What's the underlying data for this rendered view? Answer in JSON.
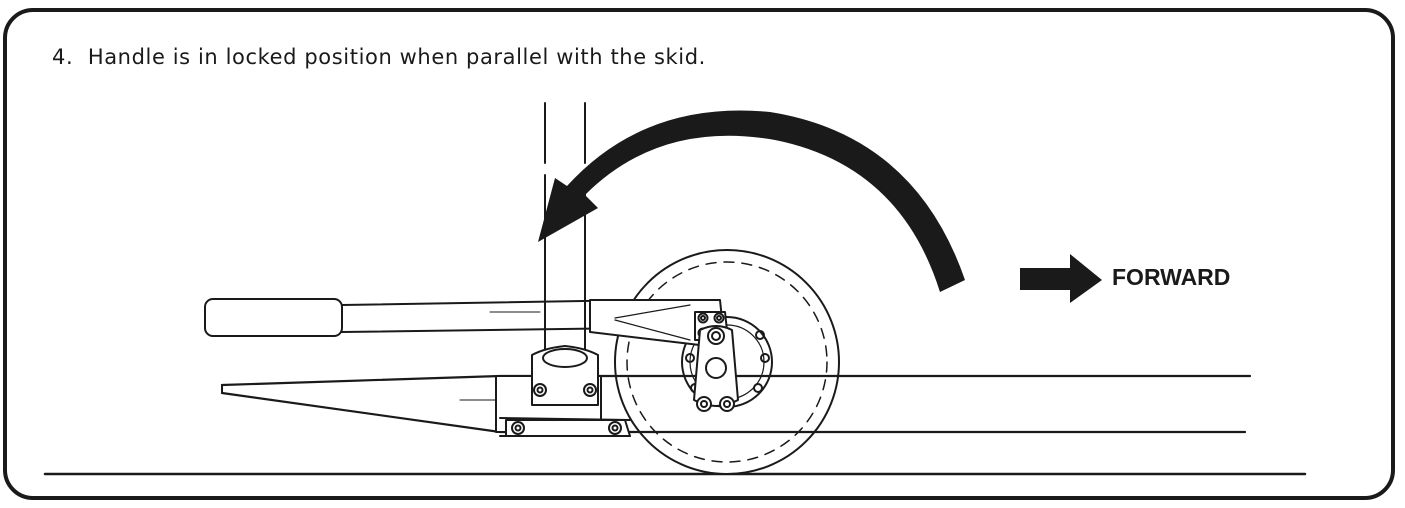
{
  "instruction": {
    "step_number": "4.",
    "text": "Handle is in locked position when parallel with the skid."
  },
  "direction_label": "FORWARD",
  "colors": {
    "ink": "#1a1a1a",
    "background": "#ffffff"
  },
  "icons": [
    "rotation-arrow-icon",
    "forward-arrow-icon",
    "bolt-icon"
  ]
}
